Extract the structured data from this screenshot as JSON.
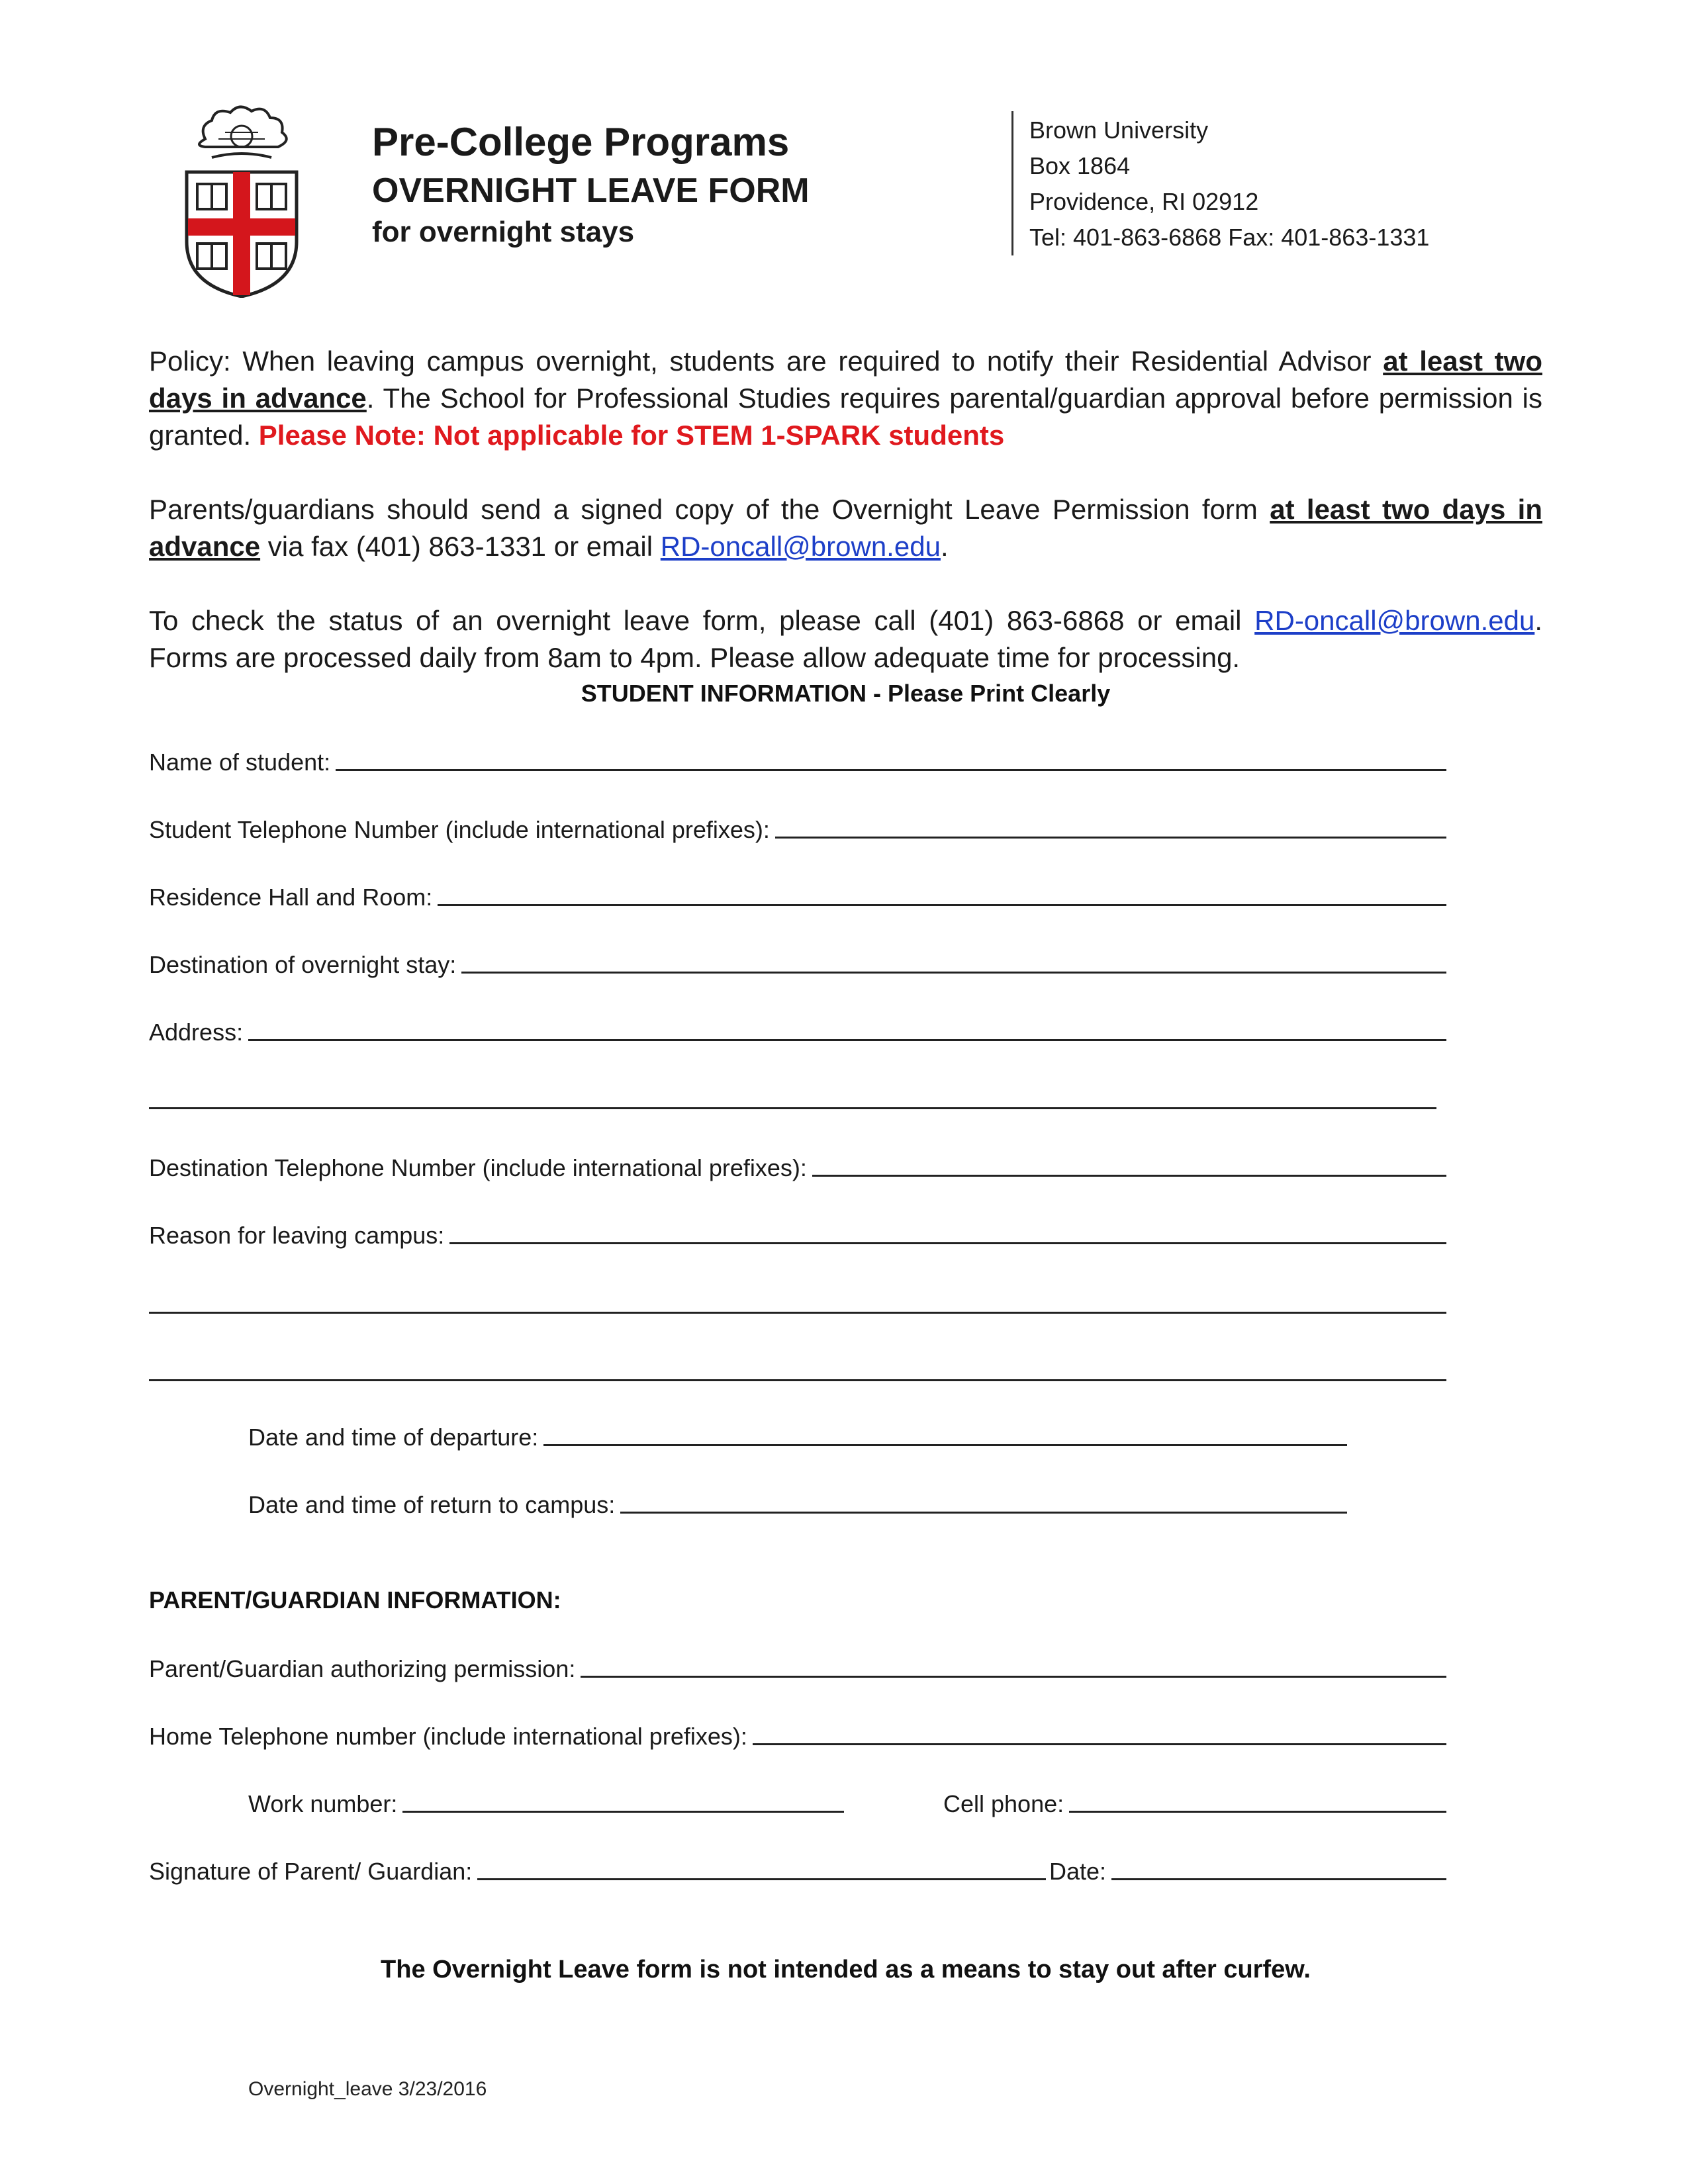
{
  "header": {
    "title": "Pre-College Programs",
    "form_name": "OVERNIGHT LEAVE FORM",
    "subtitle": "for overnight stays"
  },
  "address": {
    "line1": "Brown University",
    "line2": "Box 1864",
    "line3": "Providence, RI 02912",
    "line4": "Tel: 401-863-6868  Fax: 401-863-1331"
  },
  "policy": {
    "p1_a": "Policy: When leaving campus overnight, students are required to notify their Residential Advisor ",
    "p1_b": "at least two days in advance",
    "p1_c": ". The School for Professional Studies requires parental/guardian approval before permission is granted.   ",
    "p1_note": "Please Note:  Not applicable for STEM 1-SPARK students",
    "p2_a": "Parents/guardians should send a signed copy of the Overnight Leave Permission form ",
    "p2_b": "at least two days in advance",
    "p2_c": " via fax (401) 863-1331 or email ",
    "p2_email": "RD-oncall@brown.edu",
    "p2_d": ".",
    "p3_a": "To check the status of an overnight leave form, please call (401) 863-6868 or email ",
    "p3_email": "RD-oncall@brown.edu",
    "p3_b": ". Forms are processed daily from 8am to 4pm. Please allow adequate time for processing."
  },
  "student_section": {
    "heading": "STUDENT INFORMATION - Please Print Clearly",
    "name": "Name of student:",
    "phone": "Student Telephone Number (include international prefixes):",
    "residence": "Residence Hall and Room:",
    "destination": "Destination of overnight stay:",
    "address": "Address:",
    "dest_phone": "Destination Telephone Number (include international prefixes):",
    "reason": "Reason for leaving campus:",
    "departure": "Date and time of departure:",
    "return": "Date and time of return to campus:"
  },
  "parent_section": {
    "heading": "PARENT/GUARDIAN INFORMATION:",
    "authorizing": "Parent/Guardian authorizing permission:",
    "home_phone": "Home Telephone number (include international prefixes):",
    "work": "Work number:",
    "cell": "Cell phone:",
    "signature": "Signature of Parent/ Guardian:",
    "date": "Date:"
  },
  "footer": {
    "note": "The Overnight Leave form is not intended as a means to stay out after curfew.",
    "revision": "Overnight_leave 3/23/2016"
  },
  "colors": {
    "note_red": "#e0191e",
    "shield_red": "#d4161c",
    "link_blue": "#1d3fc8"
  }
}
